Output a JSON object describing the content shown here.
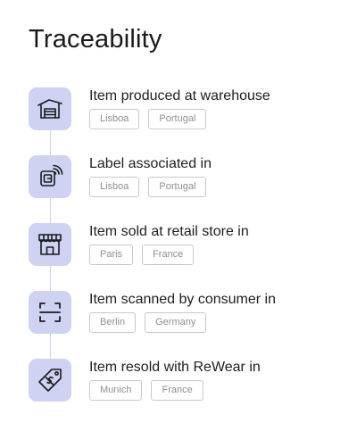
{
  "title": "Traceability",
  "events": [
    {
      "icon": "warehouse-icon",
      "title": "Item produced at warehouse",
      "city": "Lisboa",
      "country": "Portugal"
    },
    {
      "icon": "nfc-label-icon",
      "title": "Label associated in",
      "city": "Lisboa",
      "country": "Portugal"
    },
    {
      "icon": "store-icon",
      "title": "Item sold at retail store in",
      "city": "Paris",
      "country": "France"
    },
    {
      "icon": "scan-icon",
      "title": "Item scanned by consumer in",
      "city": "Berlin",
      "country": "Germany"
    },
    {
      "icon": "price-tag-icon",
      "title": "Item resold with ReWear in",
      "city": "Munich",
      "country": "France"
    }
  ],
  "colors": {
    "icon_bg": "#cfd2f3",
    "icon_stroke": "#1c1c1c",
    "tag_border": "#c9c9c9",
    "tag_text": "#8f8f8f"
  }
}
